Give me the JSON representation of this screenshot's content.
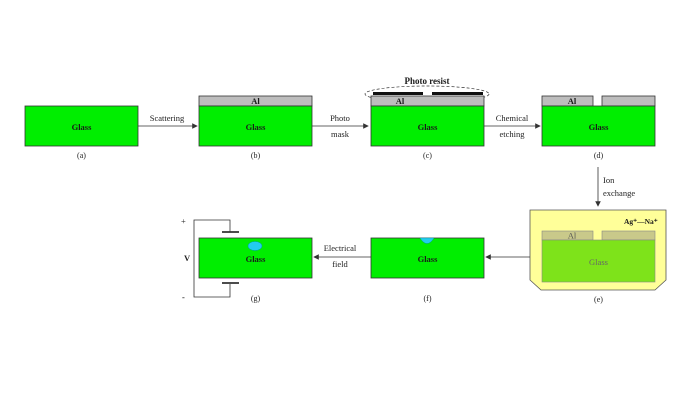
{
  "colors": {
    "glass": "#00ee00",
    "aluminum": "#bdbdbd",
    "bath": "#ffff99",
    "bath_glass": "#7ee31a",
    "bath_al": "#c9c98a",
    "droplet": "#22ccee",
    "resist": "#111111"
  },
  "labels": {
    "glass": "Glass",
    "al": "Al",
    "photo_resist": "Photo resist",
    "ion_species": "Ag⁺—Na⁺",
    "voltage": "V",
    "plus": "+",
    "minus": "-"
  },
  "steps": {
    "a": "(a)",
    "b": "(b)",
    "c": "(c)",
    "d": "(d)",
    "e": "(e)",
    "f": "(f)",
    "g": "(g)"
  },
  "arrows": {
    "scattering": "Scattering",
    "photo_mask": [
      "Photo",
      "mask"
    ],
    "chemical_etching": [
      "Chemical",
      "etching"
    ],
    "ion_exchange": [
      "Ion",
      "exchange"
    ],
    "electrical_field": [
      "Electrical",
      "field"
    ]
  }
}
